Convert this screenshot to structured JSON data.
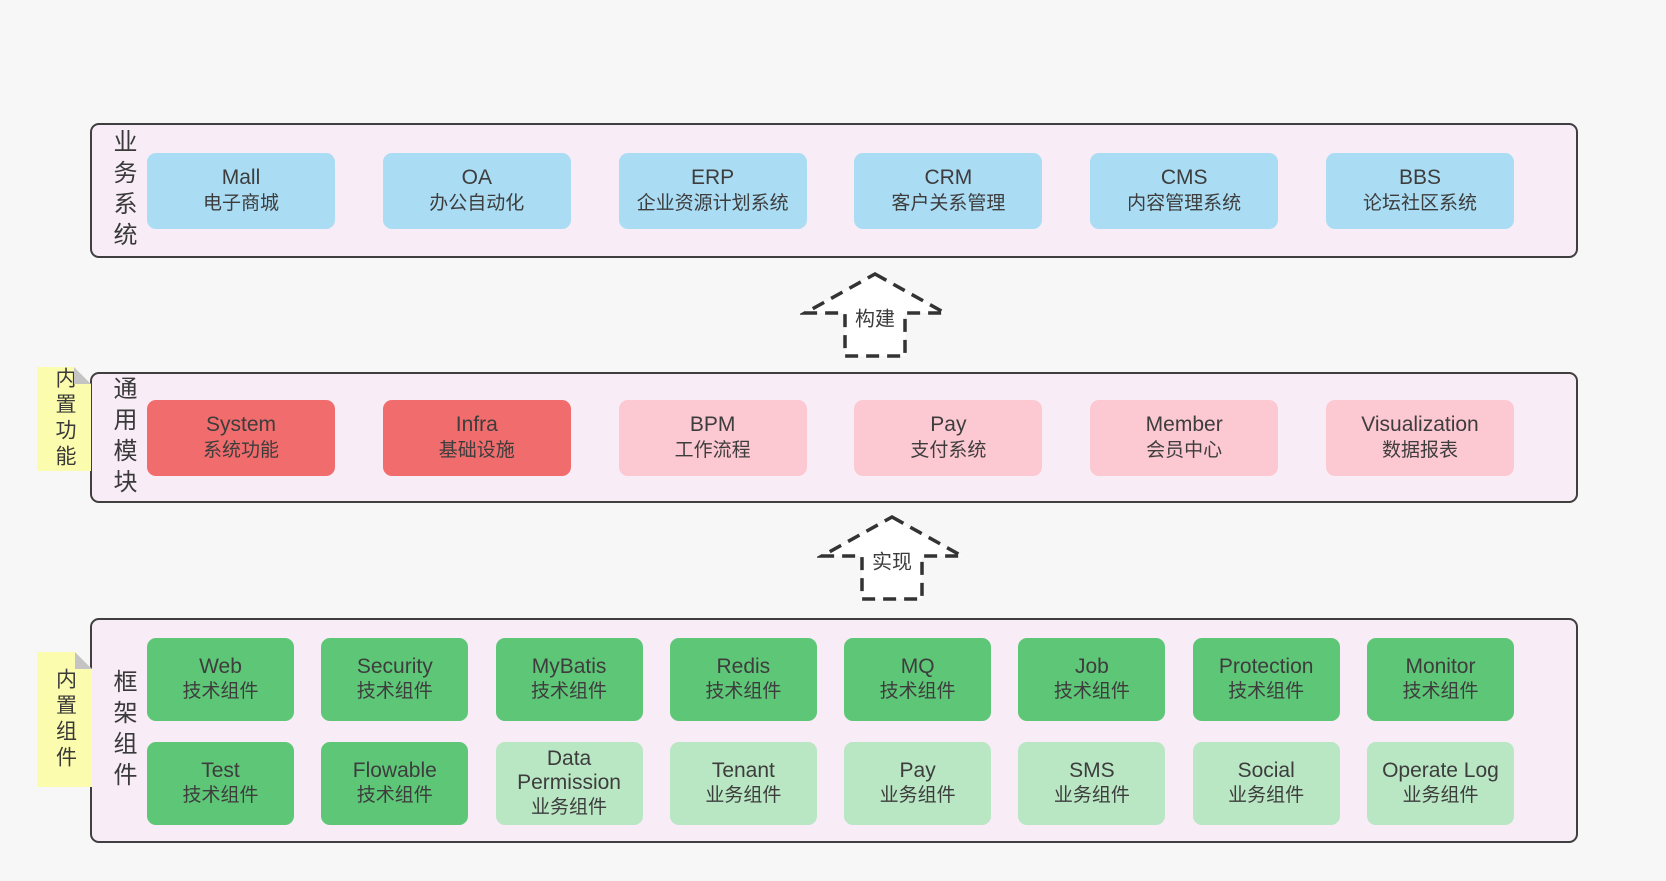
{
  "colors": {
    "page_bg": "#f7f7f7",
    "container_bg": "#f8edf6",
    "container_border": "#3f3f3f",
    "business_box_blue": "#aadcf4",
    "module_box_red": "#f16c6c",
    "module_box_pink": "#fcc8d1",
    "component_box_green": "#5ec677",
    "component_box_light_green": "#b9e6c3",
    "sticky_yellow": "#fcfcae",
    "sticky_fold_gray": "#c4c4c4",
    "text": "#3d3d3d"
  },
  "arrows": {
    "build": {
      "label": "构建"
    },
    "implement": {
      "label": "实现"
    }
  },
  "business": {
    "label": "业务系统",
    "boxes": [
      {
        "title": "Mall",
        "subtitle": "电子商城"
      },
      {
        "title": "OA",
        "subtitle": "办公自动化"
      },
      {
        "title": "ERP",
        "subtitle": "企业资源计划系统"
      },
      {
        "title": "CRM",
        "subtitle": "客户关系管理"
      },
      {
        "title": "CMS",
        "subtitle": "内容管理系统"
      },
      {
        "title": "BBS",
        "subtitle": "论坛社区系统"
      }
    ]
  },
  "modules": {
    "label": "通用模块",
    "sticky": "内置功能",
    "boxes": [
      {
        "title": "System",
        "subtitle": "系统功能",
        "color": "#f16c6c"
      },
      {
        "title": "Infra",
        "subtitle": "基础设施",
        "color": "#f16c6c"
      },
      {
        "title": "BPM",
        "subtitle": "工作流程",
        "color": "#fcc8d1"
      },
      {
        "title": "Pay",
        "subtitle": "支付系统",
        "color": "#fcc8d1"
      },
      {
        "title": "Member",
        "subtitle": "会员中心",
        "color": "#fcc8d1"
      },
      {
        "title": "Visualization",
        "subtitle": "数据报表",
        "color": "#fcc8d1"
      }
    ]
  },
  "components": {
    "label": "框架组件",
    "sticky": "内置组件",
    "row1": [
      {
        "title": "Web",
        "subtitle": "技术组件",
        "color": "#5ec677"
      },
      {
        "title": "Security",
        "subtitle": "技术组件",
        "color": "#5ec677"
      },
      {
        "title": "MyBatis",
        "subtitle": "技术组件",
        "color": "#5ec677"
      },
      {
        "title": "Redis",
        "subtitle": "技术组件",
        "color": "#5ec677"
      },
      {
        "title": "MQ",
        "subtitle": "技术组件",
        "color": "#5ec677"
      },
      {
        "title": "Job",
        "subtitle": "技术组件",
        "color": "#5ec677"
      },
      {
        "title": "Protection",
        "subtitle": "技术组件",
        "color": "#5ec677"
      },
      {
        "title": "Monitor",
        "subtitle": "技术组件",
        "color": "#5ec677"
      }
    ],
    "row2": [
      {
        "title": "Test",
        "subtitle": "技术组件",
        "color": "#5ec677"
      },
      {
        "title": "Flowable",
        "subtitle": "技术组件",
        "color": "#5ec677"
      },
      {
        "title": "Data Permission",
        "subtitle": "业务组件",
        "color": "#b9e6c3"
      },
      {
        "title": "Tenant",
        "subtitle": "业务组件",
        "color": "#b9e6c3"
      },
      {
        "title": "Pay",
        "subtitle": "业务组件",
        "color": "#b9e6c3"
      },
      {
        "title": "SMS",
        "subtitle": "业务组件",
        "color": "#b9e6c3"
      },
      {
        "title": "Social",
        "subtitle": "业务组件",
        "color": "#b9e6c3"
      },
      {
        "title": "Operate Log",
        "subtitle": "业务组件",
        "color": "#b9e6c3"
      }
    ]
  }
}
